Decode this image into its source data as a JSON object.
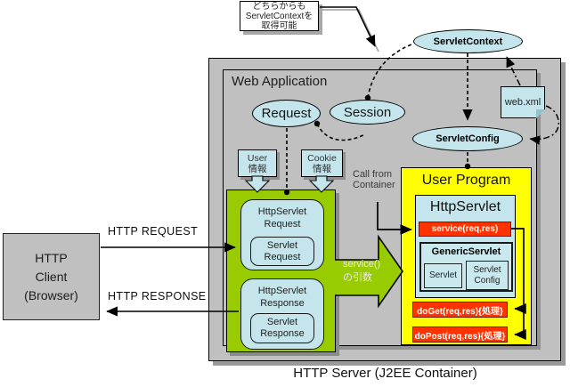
{
  "callout": {
    "lines": [
      "どちらからも",
      "ServletContextを",
      "取得可能"
    ]
  },
  "web_app": {
    "title": "Web Application"
  },
  "ellipses": {
    "request": "Request",
    "session": "Session",
    "servlet_context": "ServletContext",
    "servlet_config": "ServletConfig"
  },
  "note": {
    "label": "web.xml"
  },
  "info_boxes": {
    "user": {
      "lines": [
        "User",
        "情報"
      ]
    },
    "cookie": {
      "lines": [
        "Cookie",
        "情報"
      ]
    }
  },
  "labels": {
    "call_from_container": {
      "lines": [
        "Call from",
        "Container"
      ]
    },
    "service_args": {
      "lines": [
        "service()",
        "の引数"
      ]
    },
    "http_request": "HTTP REQUEST",
    "http_response": "HTTP RESPONSE",
    "caption": "HTTP Server (J2EE Container)"
  },
  "green_box": {
    "request_wrapper": {
      "title_lines": [
        "HttpServlet",
        "Request"
      ],
      "inner_lines": [
        "Servlet",
        "Request"
      ]
    },
    "response_wrapper": {
      "title_lines": [
        "HttpServlet",
        "Response"
      ],
      "inner_lines": [
        "Servlet",
        "Response"
      ]
    }
  },
  "user_program": {
    "title": "User Program",
    "http_servlet_title": "HttpServlet",
    "service_method": "service(req,res)",
    "generic_servlet": {
      "title": "GenericServlet",
      "servlet": "Servlet",
      "config_lines": [
        "Servlet",
        "Config"
      ]
    },
    "do_get": "doGet(req,res){処理}",
    "do_post": "doPost(req,res){処理}"
  },
  "client": {
    "lines": [
      "HTTP",
      "Client",
      "(Browser)"
    ]
  },
  "colors": {
    "container_gray": "#c0c0c0",
    "panel_cyan": "#c3e5eb",
    "green": "#99cc00",
    "yellow": "#ffff00",
    "red": "#ff3300"
  }
}
